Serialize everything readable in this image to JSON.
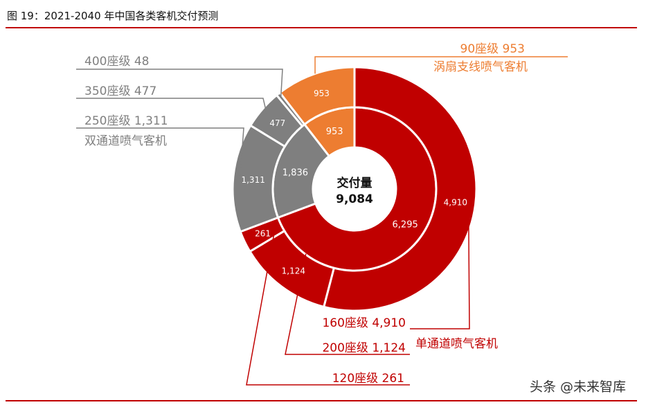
{
  "header": {
    "title": "图 19：2021-2040 年中国各类客机交付预测"
  },
  "chart_data": {
    "type": "sunburst-donut",
    "center_label": "交付量",
    "total": 9084,
    "total_label": "9,084",
    "inner_ring": [
      {
        "label": "953",
        "value": 953,
        "color": "#ed7d31"
      },
      {
        "label": "6,295",
        "value": 6295,
        "color": "#c00000"
      },
      {
        "label": "1,836",
        "value": 1836,
        "color": "#7f7f7f"
      }
    ],
    "outer_ring": [
      {
        "label": "953",
        "value": 953,
        "color": "#ed7d31"
      },
      {
        "label": "4,910",
        "value": 4910,
        "color": "#c00000"
      },
      {
        "label": "1,124",
        "value": 1124,
        "color": "#c00000"
      },
      {
        "label": "261",
        "value": 261,
        "color": "#c00000"
      },
      {
        "label": "1,311",
        "value": 1311,
        "color": "#7f7f7f"
      },
      {
        "label": "477",
        "value": 477,
        "color": "#7f7f7f"
      },
      {
        "label": "48",
        "value": 48,
        "color": "#7f7f7f"
      }
    ],
    "callouts": {
      "turbofan": {
        "line1": "90座级 953",
        "line2": "涡扇支线喷气客机",
        "color": "#ed7d31"
      },
      "s400": {
        "text": "400座级 48",
        "color": "#7f7f7f"
      },
      "s350": {
        "text": "350座级 477",
        "color": "#7f7f7f"
      },
      "s250": {
        "line1": "250座级 1,311",
        "line2": "双通道喷气客机",
        "color": "#7f7f7f"
      },
      "s160": {
        "text": "160座级 4,910",
        "color": "#c00000"
      },
      "s200": {
        "text": "200座级 1,124",
        "color": "#c00000"
      },
      "narrowbody": {
        "text": "单通道喷气客机",
        "color": "#c00000"
      },
      "s120": {
        "text": "120座级 261",
        "color": "#c00000"
      }
    }
  },
  "watermark": "头条 @未来智库"
}
